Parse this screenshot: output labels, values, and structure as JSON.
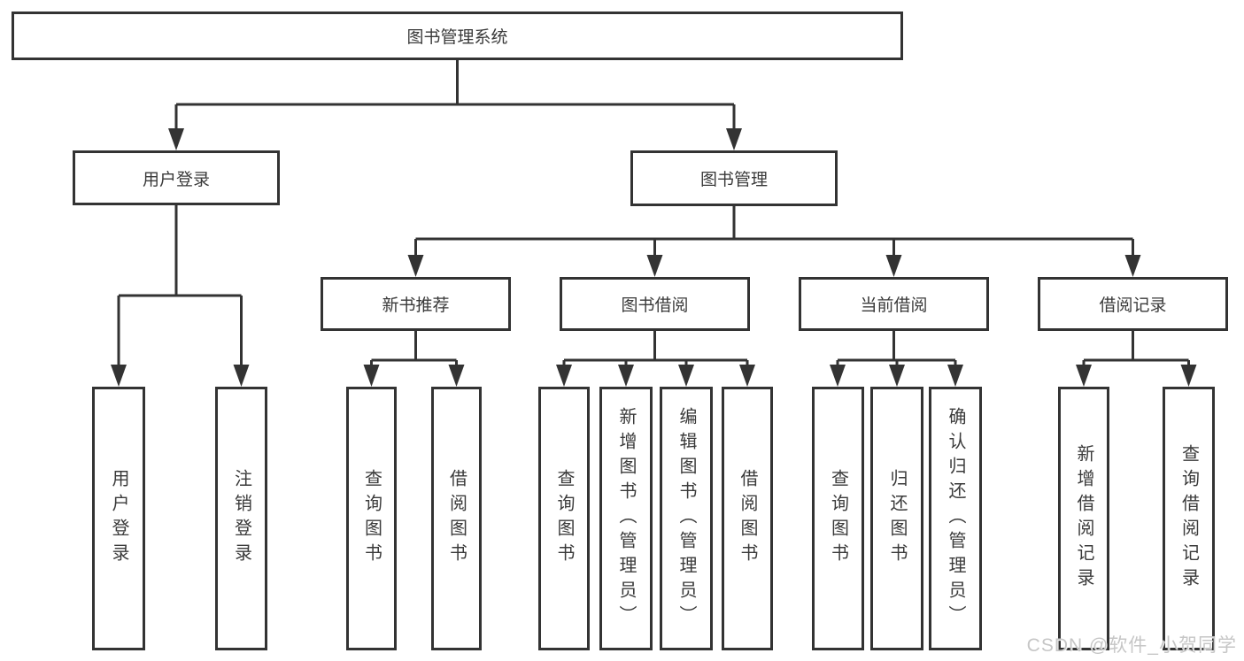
{
  "colors": {
    "line": "#333333",
    "text": "#3a3a3a",
    "watermark": "#c6c6c6",
    "background": "#ffffff"
  },
  "root": {
    "label": "图书管理系统"
  },
  "branches": {
    "user_login": {
      "label": "用户登录",
      "children": {
        "login": "用户登录",
        "logout": "注销登录"
      }
    },
    "book_management": {
      "label": "图书管理",
      "sections": {
        "new_book_recommend": {
          "label": "新书推荐",
          "children": {
            "query": "查询图书",
            "borrow": "借阅图书"
          }
        },
        "book_borrow": {
          "label": "图书借阅",
          "children": {
            "query": "查询图书",
            "add": "新增图书（管理员）",
            "edit": "编辑图书（管理员）",
            "borrow": "借阅图书"
          }
        },
        "current_borrow": {
          "label": "当前借阅",
          "children": {
            "query": "查询图书",
            "return": "归还图书",
            "confirm": "确认归还（管理员）"
          }
        },
        "borrow_records": {
          "label": "借阅记录",
          "children": {
            "add": "新增借阅记录",
            "query": "查询借阅记录"
          }
        }
      }
    }
  },
  "watermark": "CSDN @软件_小贺同学"
}
